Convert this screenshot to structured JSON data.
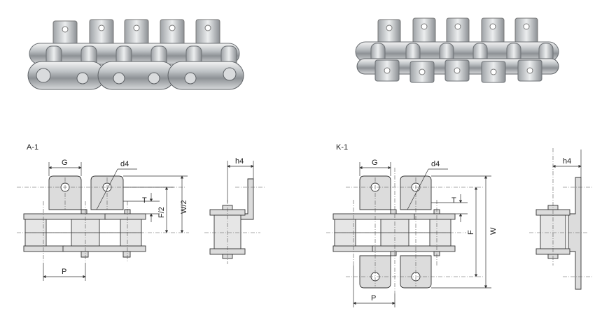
{
  "diagram_a": {
    "title": "A-1",
    "labels": {
      "g": "G",
      "d4": "d4",
      "t": "T",
      "f_half": "F/2",
      "w_half": "W/2",
      "p": "P",
      "h4": "h4"
    }
  },
  "diagram_k": {
    "title": "K-1",
    "labels": {
      "g": "G",
      "d4": "d4",
      "t": "T",
      "f": "F",
      "w": "W",
      "p": "P",
      "h4": "h4"
    }
  }
}
